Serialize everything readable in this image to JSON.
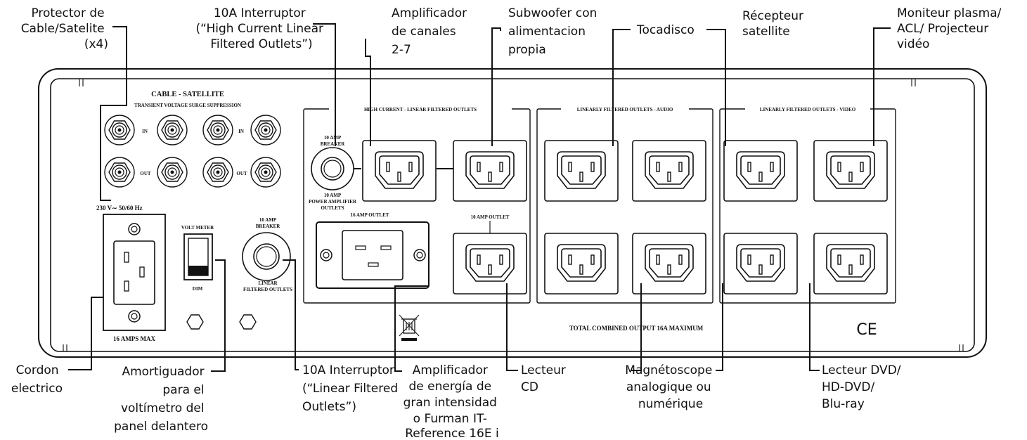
{
  "callouts": {
    "coax_protector": [
      "Protector de",
      "Cable/Satelite",
      "(x4)"
    ],
    "breaker_high_current": [
      "10A Interruptor",
      "(“High Current Linear",
      "Filtered Outlets”)"
    ],
    "amp_channels": [
      "Amplificador",
      "de canales",
      "2-7"
    ],
    "subwoofer": [
      "Subwoofer con",
      "alimentacion",
      "propia"
    ],
    "turntable": [
      "Tocadisco"
    ],
    "sat_receiver": [
      "Récepteur",
      "satellite"
    ],
    "monitor": [
      "Moniteur plasma/",
      "ACL/ Projecteur",
      "vidéo"
    ],
    "power_cord": [
      "Cordon",
      "electrico"
    ],
    "dimmer": [
      "Amortiguador",
      "para el",
      "voltímetro del",
      "panel delantero"
    ],
    "breaker_linear": [
      "10A Interruptor",
      "(“Linear Filtered",
      "Outlets”)"
    ],
    "power_amp": [
      "Amplificador",
      "de energía de",
      "gran intensidad",
      "o Furman  IT-",
      "Reference 16E i"
    ],
    "cd_player": [
      "Lecteur",
      "CD"
    ],
    "vcr": [
      "Magnétoscope",
      "analogique ou",
      "numérique"
    ],
    "dvd_player": [
      "Lecteur DVD/",
      "HD-DVD/",
      "Blu-ray"
    ]
  },
  "panel": {
    "coax_title": "CABLE - SATELLITE",
    "coax_subtitle": "TRANSIENT VOLTAGE SURGE SUPPRESSION",
    "jack_in": "IN",
    "jack_out": "OUT",
    "voltage": "230 V∼ 50/60 Hz",
    "amps_max": "16 AMPS MAX",
    "volt_meter": "VOLT METER",
    "dim": "DIM",
    "breaker_top_left": [
      "10 AMP",
      "BREAKER"
    ],
    "breaker_bottom_left": [
      "LINEAR",
      "FILTERED OUTLETS"
    ],
    "hc_group_title": "HIGH CURRENT - LINEAR FILTERED OUTLETS",
    "hc_breaker_top": [
      "10 AMP",
      "BREAKER"
    ],
    "hc_breaker_bottom": [
      "10 AMP",
      "POWER AMPLIFIER",
      "OUTLETS"
    ],
    "outlet_16a": "16 AMP OUTLET",
    "outlet_10a": "10 AMP OUTLET",
    "audio_group_title": "LINEARLY FILTERED OUTLETS - AUDIO",
    "video_group_title": "LINEARLY FILTERED OUTLETS - VIDEO",
    "total_output": "TOTAL COMBINED OUTPUT 16A MAXIMUM",
    "ce_mark": "CE",
    "weee_icon": "crossed-out-bin-icon"
  }
}
